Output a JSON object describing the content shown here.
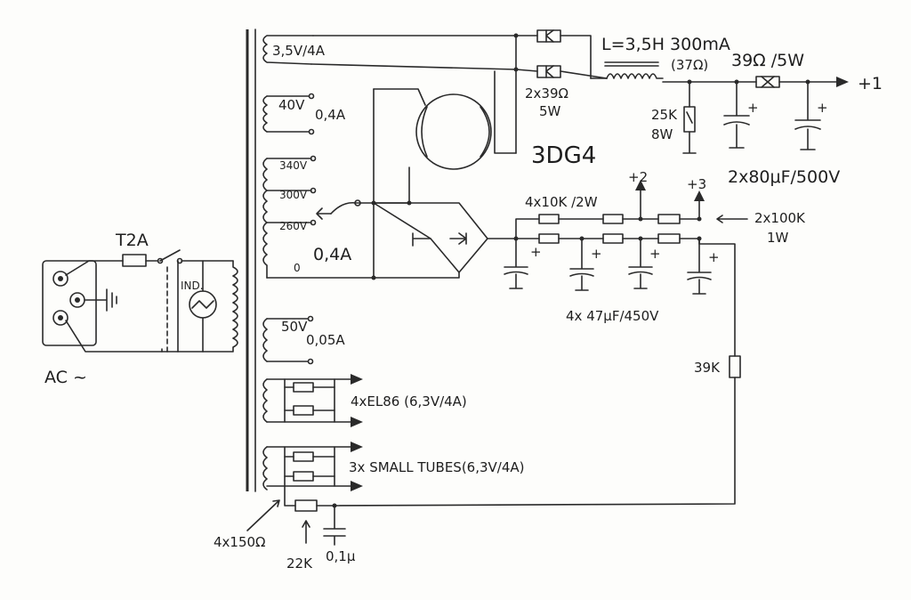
{
  "mains": {
    "fuse": "T2A",
    "lamp": "IND.",
    "ac": "AC ~"
  },
  "transformer": {
    "w1": "3,5V/4A",
    "w2_volt": "40V",
    "w2_curr": "0,4A",
    "taps": [
      "340V",
      "300V",
      "260V",
      "0"
    ],
    "w3_curr": "0,4A",
    "w4_volt": "50V",
    "w4_curr": "0,05A"
  },
  "labels": {
    "choke": "L=3,5H 300mA",
    "choke_r": "(37Ω)",
    "r_series": "39Ω /5W",
    "rect_r": "2x39Ω",
    "rect_r_w": "5W",
    "r25": "25K",
    "r25_w": "8W",
    "caps1": "2x80μF/500V",
    "tube": "3DG4",
    "r10": "4x10K /2W",
    "r100": "2x100K",
    "r100_w": "1W",
    "caps2": "4x 47μF/450V",
    "r39k": "39K",
    "heater1": "4xEL86 (6,3V/4A)",
    "heater2": "3x SMALL TUBES(6,3V/4A)",
    "r150": "4x150Ω",
    "r22k": "22K",
    "c01": "0,1μ"
  },
  "outputs": [
    "+1",
    "+2",
    "+3"
  ]
}
